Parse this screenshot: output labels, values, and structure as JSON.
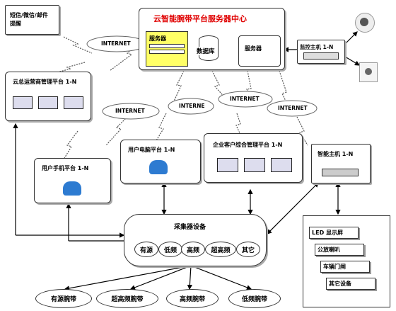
{
  "notify_box": "短信/微信/邮件提醒",
  "center": {
    "title": "云智能腕带平台服务器中心",
    "server_left": "服务器",
    "database": "数据库",
    "server_right": "服务器"
  },
  "monitor_host": "监控主机 1-N",
  "internet": [
    "INTERNET",
    "INTERNET",
    "INTERNE",
    "INTERNET",
    "INTERNET"
  ],
  "cloud_ops": "云总运营商管理平台 1-N",
  "user_pc": "用户电脑平台 1-N",
  "enterprise": "企业客户综合管理平台 1-N",
  "smart_host": "智能主机 1-N",
  "user_phone": "用户手机平台 1-N",
  "collector": {
    "title": "采集器设备",
    "items": [
      "有源",
      "低频",
      "高频",
      "超高频",
      "其它"
    ]
  },
  "wristbands": [
    "有源腕带",
    "超高频腕带",
    "高频腕带",
    "低频腕带"
  ],
  "devices": [
    "LED 显示屏",
    "公放喇叭",
    "车辆门闸",
    "其它设备"
  ],
  "colors": {
    "title_red": "#e00000",
    "server_yellow": "#ffff66",
    "lightning": "#444444"
  }
}
